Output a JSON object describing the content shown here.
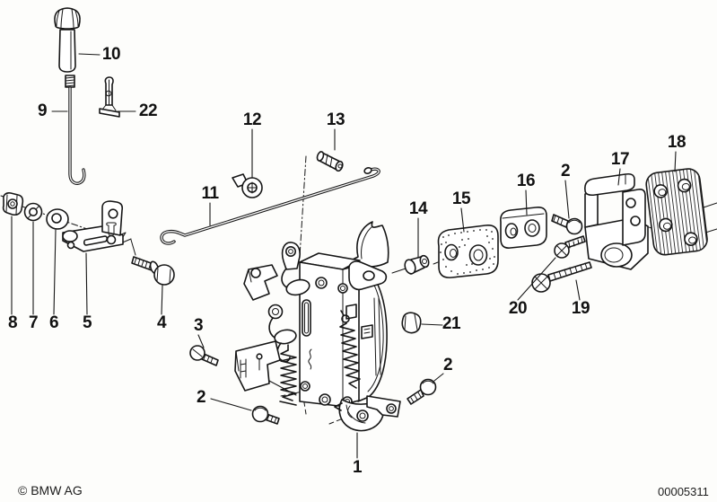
{
  "page": {
    "paper_color": "#fdfdfb",
    "ink_color": "#161616"
  },
  "footer": {
    "copyright": "© BMW AG",
    "doc_number": "00005311"
  },
  "diagram": {
    "callouts": {
      "c1": "1",
      "c2a": "2",
      "c2b": "2",
      "c2c": "2",
      "c3": "3",
      "c4": "4",
      "c5": "5",
      "c6": "6",
      "c7": "7",
      "c8": "8",
      "c9": "9",
      "c10": "10",
      "c11": "11",
      "c12": "12",
      "c13": "13",
      "c14": "14",
      "c15": "15",
      "c16": "16",
      "c17": "17",
      "c18": "18",
      "c19": "19",
      "c20": "20",
      "c21": "21",
      "c22": "22"
    }
  }
}
